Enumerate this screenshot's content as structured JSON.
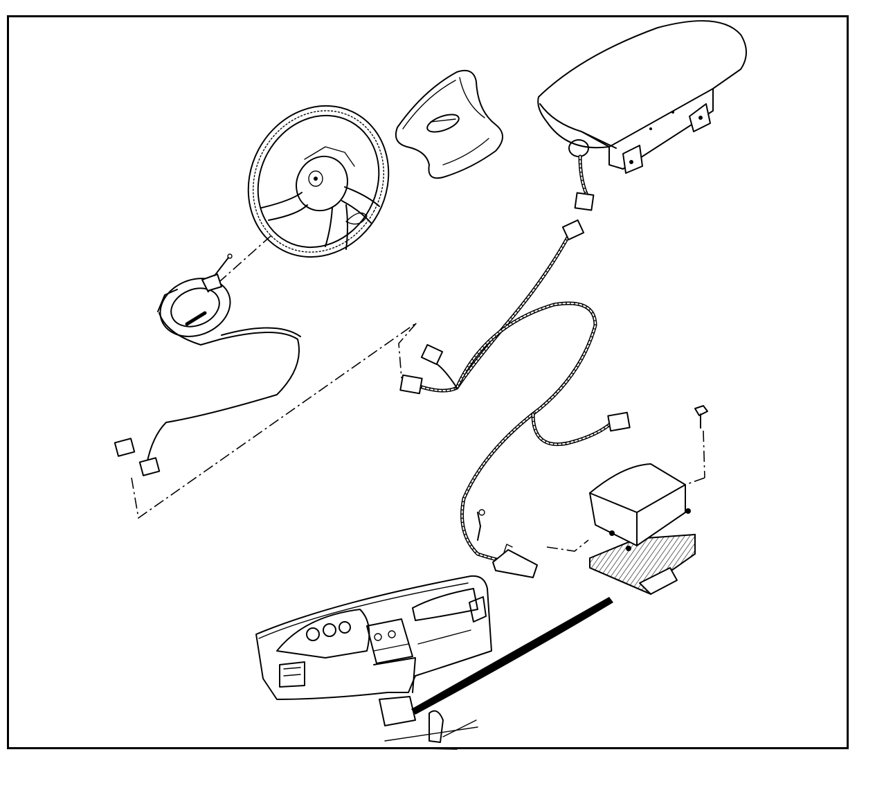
{
  "figure": {
    "components": [
      {
        "name": "steering-wheel",
        "icon": "steering-wheel-icon"
      },
      {
        "name": "driver-airbag-module",
        "icon": "airbag-cover-icon"
      },
      {
        "name": "passenger-airbag-module",
        "icon": "passenger-airbag-icon"
      },
      {
        "name": "clock-spring",
        "icon": "clock-spring-icon"
      },
      {
        "name": "airbag-wiring-harness",
        "icon": "wiring-harness-icon"
      },
      {
        "name": "sdm-control-module",
        "icon": "control-module-icon"
      },
      {
        "name": "instrument-panel",
        "icon": "dashboard-icon"
      }
    ],
    "colors": {
      "line": "#000000",
      "background": "#ffffff"
    }
  }
}
